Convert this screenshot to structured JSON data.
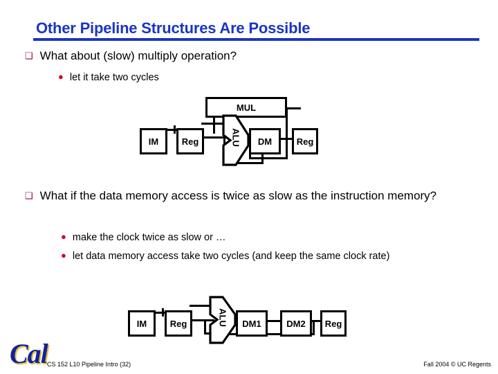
{
  "slide": {
    "title": "Other Pipeline Structures Are Possible",
    "accent_color": "#1A35C4",
    "bullet1_color": "#9C0033",
    "bullet2_color": "#D4002A",
    "bullet1_marker": "❑",
    "bullet2_marker": "●"
  },
  "bullets": [
    {
      "level": 1,
      "text": "What about (slow) multiply operation?"
    },
    {
      "level": 2,
      "text": "let it take two cycles"
    },
    {
      "level": 1,
      "text": "What if the data memory access is twice as slow as the instruction memory?"
    },
    {
      "level": 2,
      "text": "make the clock twice as slow or …"
    },
    {
      "level": 2,
      "text": "let data memory access take two cycles (and keep the same clock rate)"
    }
  ],
  "diagram_multiply": {
    "name": "pipeline-with-multiplier",
    "stages": [
      {
        "label": "IM"
      },
      {
        "label": "Reg"
      },
      {
        "label": "ALU"
      },
      {
        "label": "MUL"
      },
      {
        "label": "DM"
      },
      {
        "label": "Reg"
      }
    ]
  },
  "diagram_slow_memory": {
    "name": "pipeline-with-two-cycle-data-memory",
    "stages": [
      {
        "label": "IM"
      },
      {
        "label": "Reg"
      },
      {
        "label": "ALU"
      },
      {
        "label": "DM1"
      },
      {
        "label": "DM2"
      },
      {
        "label": "Reg"
      }
    ]
  },
  "footer": {
    "logo": "Cal",
    "left": "CS 152 L10 Pipeline Intro (32)",
    "right": "Fall 2004 © UC Regents"
  }
}
